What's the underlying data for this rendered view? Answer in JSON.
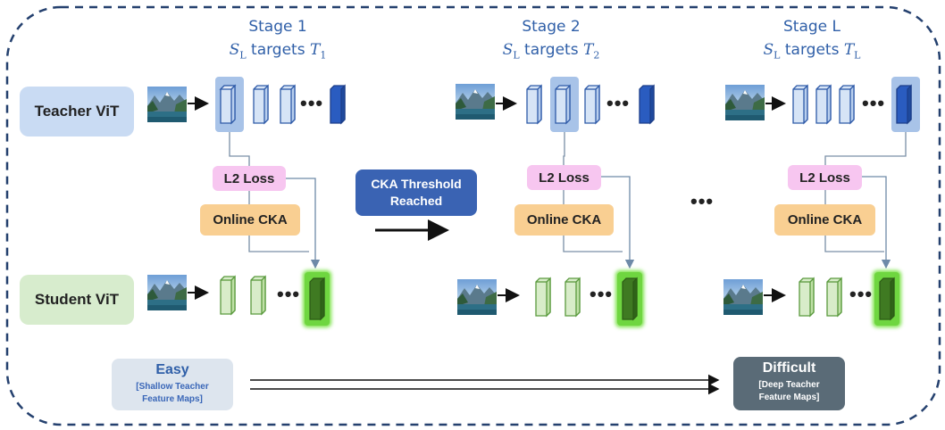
{
  "stages": [
    {
      "title": "Stage 1",
      "s_base": "S",
      "s_sub": "L",
      "targets_word": "targets",
      "t_base": "T",
      "t_sub": "1"
    },
    {
      "title": "Stage 2",
      "s_base": "S",
      "s_sub": "L",
      "targets_word": "targets",
      "t_base": "T",
      "t_sub": "2"
    },
    {
      "title": "Stage L",
      "s_base": "S",
      "s_sub": "L",
      "targets_word": "targets",
      "t_base": "T",
      "t_sub": "L"
    }
  ],
  "teacher_label": "Teacher ViT",
  "student_label": "Student ViT",
  "l2_loss_label": "L2 Loss",
  "online_cka_label": "Online CKA",
  "cka_threshold_line1": "CKA Threshold",
  "cka_threshold_line2": "Reached",
  "ellipsis": "•••",
  "easy": {
    "title": "Easy",
    "line1": "[Shallow Teacher",
    "line2": "Feature Maps]"
  },
  "difficult": {
    "title": "Difficult",
    "line1": "[Deep Teacher",
    "line2": "Feature Maps]"
  },
  "colors": {
    "title_blue": "#2f5fa8",
    "teacher_box": "#c9dbf3",
    "student_box": "#d7eccd",
    "l2_box": "#f7c6f0",
    "cka_box": "#f9cf92",
    "banner": "#3a63b3",
    "dashed_border": "#24406e",
    "easy_box": "#dde5ee",
    "difficult_box": "#5a6b77"
  }
}
